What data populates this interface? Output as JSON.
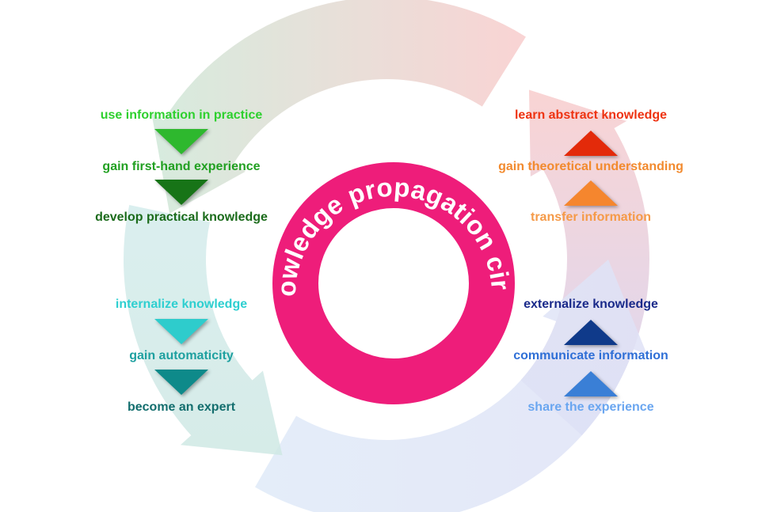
{
  "title": "knowledge propagation circle",
  "colors": {
    "ring": "#ee1d7a",
    "arrow_top": [
      "#cfe8d8",
      "#f8cccc"
    ],
    "arrow_right": [
      "#f8cccc",
      "#d5d2f0"
    ],
    "arrow_bottom": [
      "#dfe2f6",
      "#dfeaf8"
    ],
    "arrow_left": [
      "#cfe8e4",
      "#d4ecec"
    ]
  },
  "left_top": {
    "item1": {
      "text": "use information in practice",
      "color": "#2ed02e"
    },
    "tri1": {
      "color": "#2eb82e"
    },
    "item2": {
      "text": "gain first-hand experience",
      "color": "#22a022"
    },
    "tri2": {
      "color": "#177417"
    },
    "item3": {
      "text": "develop practical knowledge",
      "color": "#1b6b1b"
    }
  },
  "left_bottom": {
    "item1": {
      "text": "internalize knowledge",
      "color": "#2ecfd0"
    },
    "tri1": {
      "color": "#2ecccc"
    },
    "item2": {
      "text": "gain automaticity",
      "color": "#1ea0a0"
    },
    "tri2": {
      "color": "#0e8a8a"
    },
    "item3": {
      "text": "become an expert",
      "color": "#136e6e"
    }
  },
  "right_top": {
    "item1": {
      "text": "learn abstract knowledge",
      "color": "#ee3311"
    },
    "tri1": {
      "color": "#e32a0a"
    },
    "item2": {
      "text": "gain theoretical understanding",
      "color": "#f28a2e"
    },
    "tri2": {
      "color": "#f5862e"
    },
    "item3": {
      "text": "transfer information",
      "color": "#f59a48"
    }
  },
  "right_bottom": {
    "item1": {
      "text": "externalize knowledge",
      "color": "#1a2a8a"
    },
    "tri1": {
      "color": "#0f3a8a"
    },
    "item2": {
      "text": "communicate information",
      "color": "#2f6fd6"
    },
    "tri2": {
      "color": "#3a7fd6"
    },
    "item3": {
      "text": "share the experience",
      "color": "#6aa6f0"
    }
  }
}
